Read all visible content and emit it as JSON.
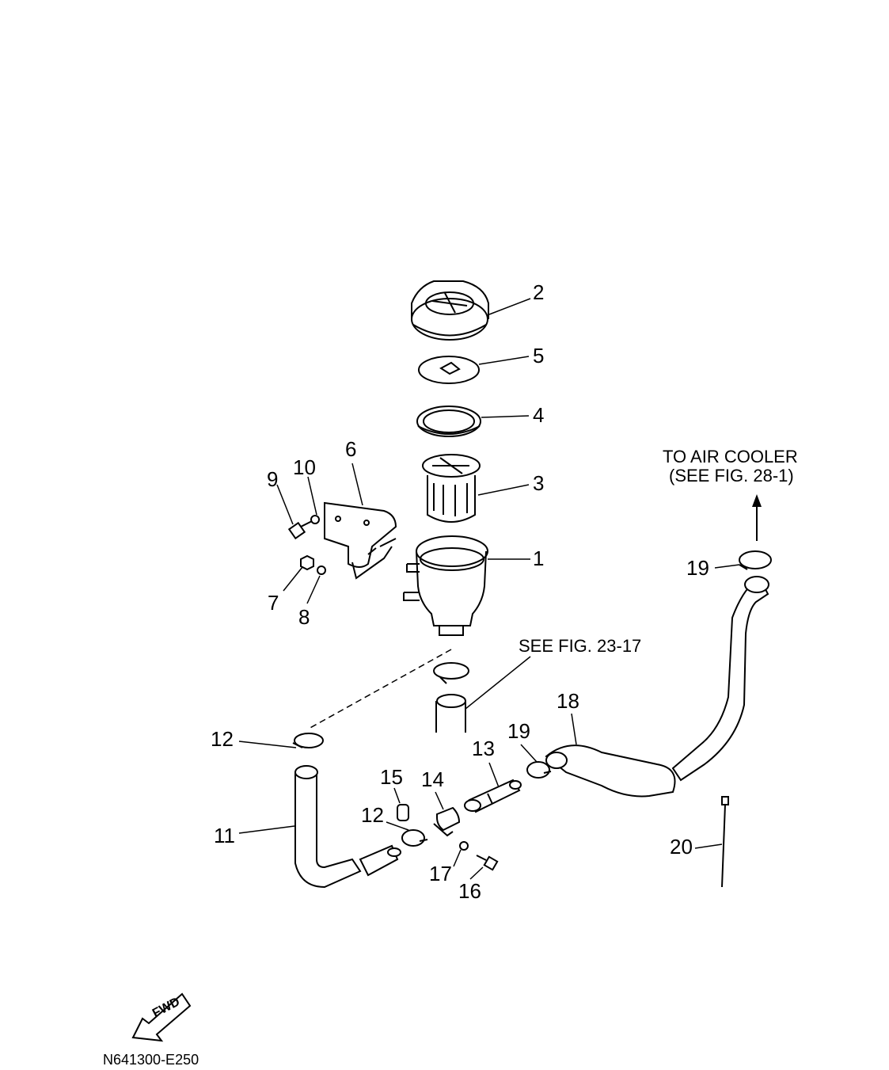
{
  "part_labels": {
    "p1": "1",
    "p2": "2",
    "p3": "3",
    "p4": "4",
    "p5": "5",
    "p6": "6",
    "p7": "7",
    "p8": "8",
    "p9": "9",
    "p10": "10",
    "p11": "11",
    "p12_top": "12",
    "p12_mid": "12",
    "p13": "13",
    "p14": "14",
    "p15": "15",
    "p16": "16",
    "p17": "17",
    "p18": "18",
    "p19_right": "19",
    "p19_mid": "19",
    "p20": "20"
  },
  "notes": {
    "air_cooler_line1": "TO AIR COOLER",
    "air_cooler_line2": "(SEE FIG. 28-1)",
    "see_fig": "SEE FIG. 23-17"
  },
  "fwd_label": "FWD",
  "diagram_code": "N641300-E250"
}
